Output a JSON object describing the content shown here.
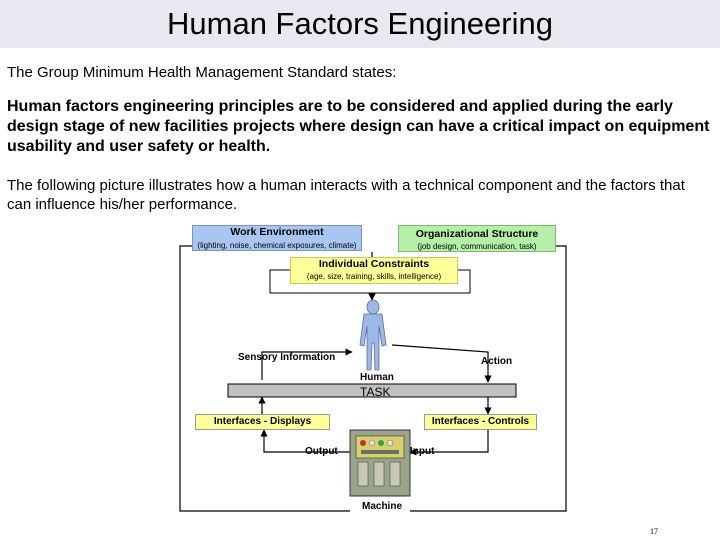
{
  "title": "Human Factors Engineering",
  "paragraphs": {
    "intro": "The Group Minimum Health Management Standard states:",
    "quote": "Human factors engineering principles are to be considered and applied during the early design stage of new facilities projects where design can have a critical impact on equipment usability and user safety or health.",
    "picture_intro": "The following picture illustrates how a human interacts with a technical component and the factors that can influence his/her performance."
  },
  "diagram": {
    "work_environment": {
      "title": "Work Environment",
      "detail": "(lighting, noise, chemical exposures, climate)"
    },
    "organizational_structure": {
      "title": "Organizational Structure",
      "detail": "(job design, communication, task)"
    },
    "individual_constraints": {
      "title": "Individual Constraints",
      "detail": "(age, size, training, skills, intelligence)"
    },
    "sensory_information": "Sensory Information",
    "action": "Action",
    "human": "Human",
    "task": "TASK",
    "interfaces_displays": "Interfaces - Displays",
    "interfaces_controls": "Interfaces - Controls",
    "output": "Output",
    "input": "Input",
    "machine": "Machine"
  },
  "colors": {
    "title_bar": "#e8e8f0",
    "box_yellow": "#ffff99",
    "box_blue": "#a9c6f2",
    "box_green": "#b5f0a8",
    "task_bar": "#c0c0c0",
    "figure": "#9db7e6",
    "machine": "#9aa48a"
  },
  "page_number": "17"
}
